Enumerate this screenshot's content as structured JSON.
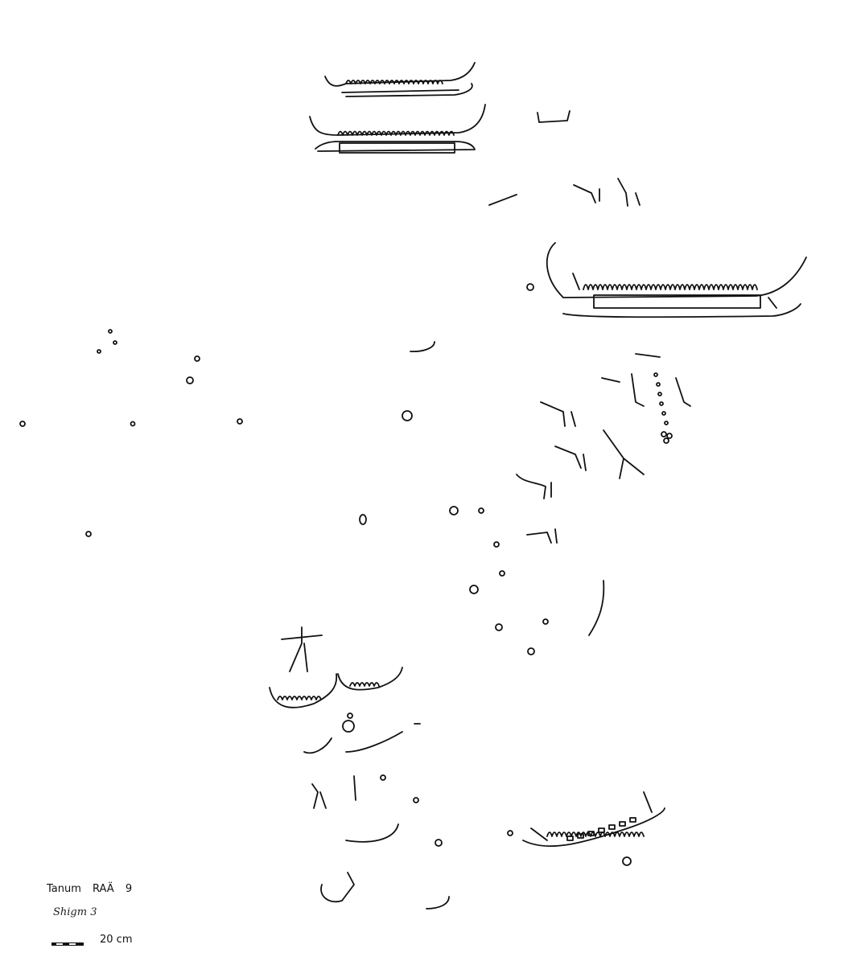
{
  "legend": {
    "site": "Tanum  RAÄ 9",
    "sheet": "Shigm 3",
    "scale_label": "20 cm"
  },
  "colors": {
    "line": "#111111",
    "background": "#ffffff"
  }
}
